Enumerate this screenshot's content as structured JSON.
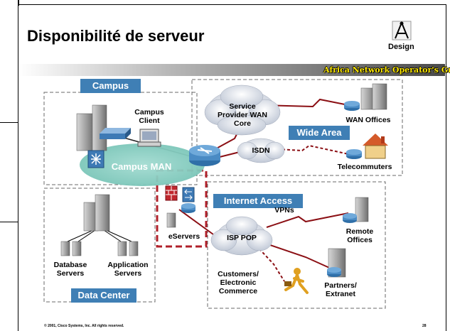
{
  "title": "Disponibilité de serveur",
  "logo_label": "Design",
  "group_banner": "Africa Network Operator's Group",
  "regions": {
    "campus": "Campus",
    "wide_area": "Wide Area",
    "internet_access": "Internet Access",
    "data_center": "Data Center"
  },
  "labels": {
    "campus_client": "Campus Client",
    "campus_man": "Campus MAN",
    "sp_wan_core": "Service Provider WAN Core",
    "wan_offices": "WAN Offices",
    "isdn": "ISDN",
    "telecommuters": "Telecommuters",
    "vpns": "VPNs",
    "isp_pop": "ISP POP",
    "eservers": "eServers",
    "remote_offices": "Remote Offices",
    "partners_extranet": "Partners/ Extranet",
    "customers": "Customers/ Electronic Commerce",
    "database_servers": "Database Servers",
    "application_servers": "Application Servers"
  },
  "footer": {
    "copyright": "© 2001, Cisco Systems, Inc. All rights reserved.",
    "page_number": "28"
  },
  "colors": {
    "label_blue": "#3f7fb5",
    "cloud": "#cfd6e2",
    "campus_man": "#7fc9bd",
    "link_red": "#8b0f14",
    "banner_yellow": "#ffe800"
  }
}
